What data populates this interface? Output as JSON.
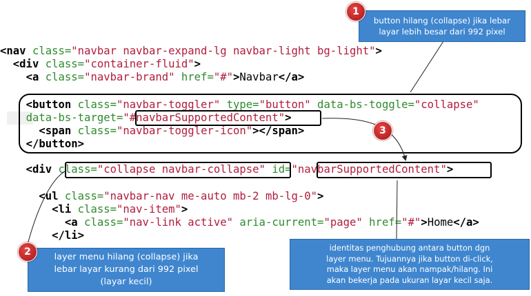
{
  "code": {
    "line1": {
      "t0": "<nav",
      "a0": " class=",
      "s0": "\"navbar navbar-expand-lg navbar-light bg-light\"",
      "t1": ">"
    },
    "line2": {
      "t0": "<div",
      "a0": " class=",
      "s0": "\"container-fluid\"",
      "t1": ">"
    },
    "line3": {
      "t0": "<a",
      "a0": " class=",
      "s0": "\"navbar-brand\"",
      "a1": " href=",
      "s1": "\"#\"",
      "t1": ">",
      "p0": "Navbar",
      "t2": "</a>"
    },
    "line4": {
      "t0": "<button",
      "a0": " class=",
      "s0": "\"navbar-toggler\"",
      "a1": " type=",
      "s1": "\"button\"",
      "a2": " data-bs-toggle=",
      "s2": "\"collapse\""
    },
    "line5": {
      "a0": "data-bs-target=",
      "s0": "\"#navbarSupportedContent\"",
      "t0": ">"
    },
    "line6": {
      "t0": "<span",
      "a0": " class=",
      "s0": "\"navbar-toggler-icon\"",
      "t1": "></span>"
    },
    "line7": {
      "t0": "</button>"
    },
    "line8": {
      "t0": "<div",
      "a0": " class=",
      "s0": "\"collapse navbar-collapse\"",
      "a1": " id=",
      "s1": "\"navbarSupportedContent\"",
      "t1": ">"
    },
    "line9": {
      "t0": "<ul",
      "a0": " class=",
      "s0": "\"navbar-nav me-auto mb-2 mb-lg-0\"",
      "t1": ">"
    },
    "line10": {
      "t0": "<li",
      "a0": " class=",
      "s0": "\"nav-item\"",
      "t1": ">"
    },
    "line11": {
      "t0": "<a",
      "a0": " class=",
      "s0": "\"nav-link active\"",
      "a1": " aria-current=",
      "s1": "\"page\"",
      "a2": " href=",
      "s2": "\"#\"",
      "t1": ">",
      "p0": "Home",
      "t2": "</a>"
    },
    "line12": {
      "t0": "</li>"
    }
  },
  "callouts": {
    "c1": {
      "badge": "1",
      "text": "button hilang (collapse) jika lebar\nlayar lebih besar dari 992 pixel"
    },
    "c2": {
      "badge": "2",
      "text": "layer menu hilang (collapse) jika\nlebar layar kurang dari 992 pixel\n(layar kecil)"
    },
    "c3": {
      "badge": "3",
      "text": "identitas penghubung antara button dgn\nlayer menu. Tujuannya jika button di-click,\nmaka layer menu akan nampak/hilang. Ini\nakan bekerja pada ukuran layar kecil saja."
    }
  },
  "colors": {
    "tag": "#000000",
    "attribute": "#2f8a2f",
    "string": "#b01d3c",
    "callout_fill": "#3f86cf",
    "badge": "#c62222"
  }
}
